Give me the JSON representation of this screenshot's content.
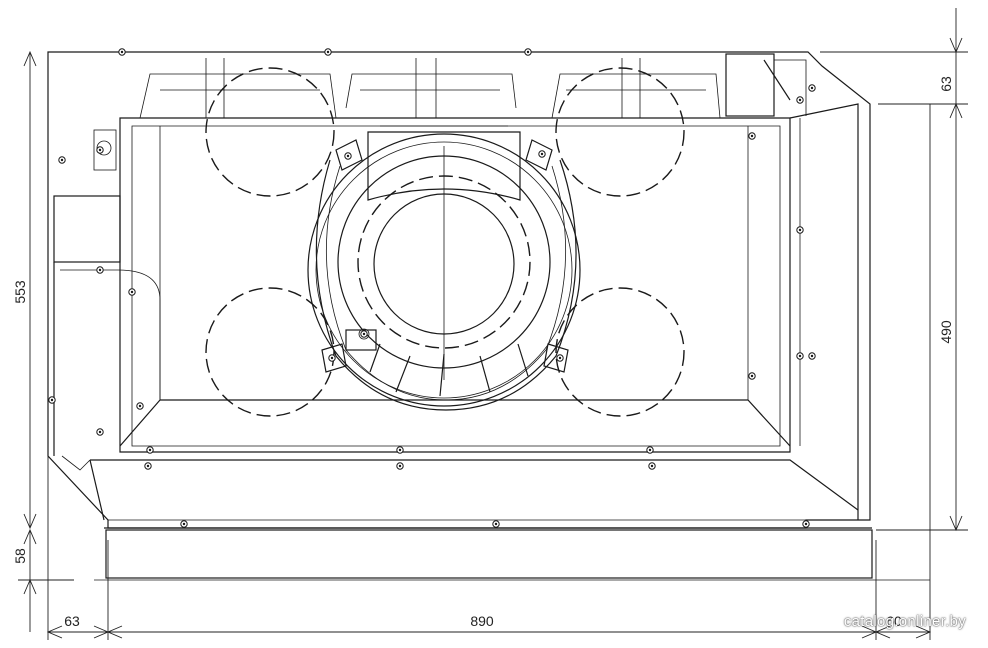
{
  "dimensions": {
    "top_offset": "63",
    "total_height": "553",
    "body_height": "490",
    "base_height": "58",
    "left_offset": "63",
    "width": "890",
    "right_offset": "60"
  },
  "watermark": "catalog.onliner.by"
}
